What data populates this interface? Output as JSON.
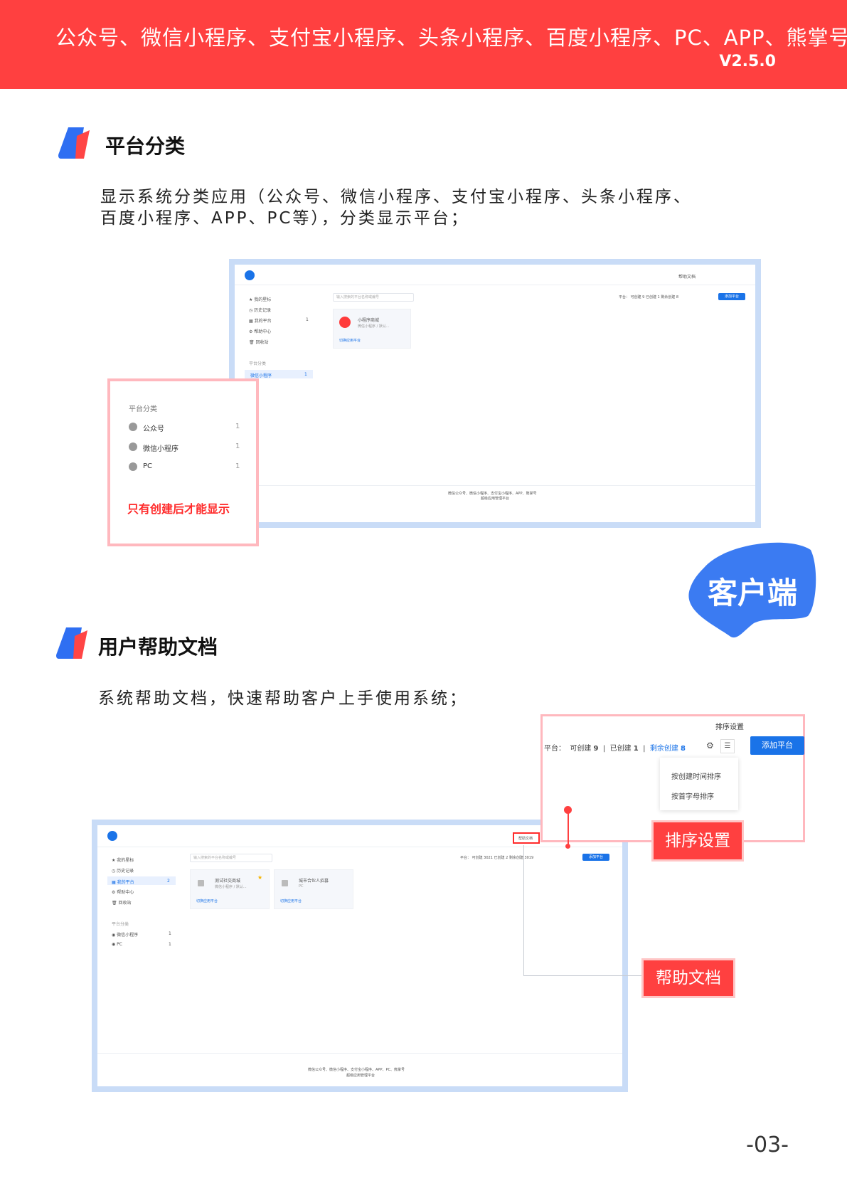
{
  "header": {
    "title": "公众号、微信小程序、支付宝小程序、头条小程序、百度小程序、PC、APP、熊掌号",
    "version": "V2.5.0"
  },
  "section1": {
    "title": "平台分类",
    "desc_line1": "显示系统分类应用（公众号、微信小程序、支付宝小程序、头条小程序、",
    "desc_line2": "百度小程序、APP、PC等），分类显示平台；"
  },
  "screenshot1": {
    "topbar": {
      "help": "帮助文档"
    },
    "search_placeholder": "输入搜索的平台名称或编号",
    "filter_text": "平台：  可创建 9  已创建 1  剩余创建 8",
    "add_button": "添加平台",
    "sidebar": [
      {
        "icon": "star-icon",
        "label": "我的星标"
      },
      {
        "icon": "clock-icon",
        "label": "历史记录"
      },
      {
        "icon": "grid-icon",
        "label": "我的平台",
        "count": "1"
      },
      {
        "icon": "gear-icon",
        "label": "帮助中心"
      },
      {
        "icon": "trash-icon",
        "label": "回收站"
      }
    ],
    "category_title": "平台分类",
    "category_item": {
      "label": "微信小程序",
      "count": "1"
    },
    "card": {
      "name": "小程序商城",
      "sub": "微信小程序 / 默认...",
      "link": "切换应用平台"
    },
    "footer_line1": "微信公众号、微信小程序、支付宝小程序、APP、熊掌号",
    "footer_line2": "超级应用管理平台"
  },
  "callout1": {
    "title": "平台分类",
    "items": [
      {
        "icon": "wechat-icon",
        "label": "公众号",
        "count": "1"
      },
      {
        "icon": "miniprogram-icon",
        "label": "微信小程序",
        "count": "1"
      },
      {
        "icon": "pc-icon",
        "label": "PC",
        "count": "1"
      }
    ],
    "note": "只有创建后才能显示"
  },
  "client_badge": "客户端",
  "section2": {
    "title": "用户帮助文档",
    "desc": "系统帮助文档，快速帮助客户上手使用系统；"
  },
  "sort_callout": {
    "tooltip": "排序设置",
    "filter_label": "平台：",
    "can_create_label": "可创建",
    "can_create": "9",
    "created_label": "已创建",
    "created": "1",
    "remaining_label": "剩余创建",
    "remaining": "8",
    "add_button": "添加平台",
    "options": [
      "按创建时间排序",
      "按首字母排序"
    ]
  },
  "screenshot2": {
    "topbar": {
      "help": "帮助文档"
    },
    "search_placeholder": "输入搜索的平台名称或编号",
    "filter_text": "平台：  可创建 3021  已创建 2  剩余创建 3019",
    "add_button": "添加平台",
    "sidebar": [
      {
        "icon": "star-icon",
        "label": "我的星标"
      },
      {
        "icon": "clock-icon",
        "label": "历史记录"
      },
      {
        "icon": "grid-icon",
        "label": "我的平台",
        "count": "2"
      },
      {
        "icon": "gear-icon",
        "label": "帮助中心"
      },
      {
        "icon": "trash-icon",
        "label": "回收站"
      }
    ],
    "category_title": "平台分类",
    "categories": [
      {
        "label": "微信小程序",
        "count": "1"
      },
      {
        "label": "PC",
        "count": "1"
      }
    ],
    "cards": [
      {
        "name": "测试社交商城",
        "sub": "微信小程序 / 默认...",
        "link": "切换应用平台"
      },
      {
        "name": "城市合伙人招募",
        "sub": "PC",
        "link": "切换应用平台"
      }
    ],
    "footer_line1": "微信公众号、微信小程序、支付宝小程序、APP、PC、熊掌号",
    "footer_line2": "超级应用管理平台"
  },
  "label_sort": "排序设置",
  "label_help": "帮助文档",
  "page_number": "-03-",
  "colors": {
    "accent": "#ff4040",
    "frame": "#c9dcf7",
    "primary": "#1a73e8"
  }
}
